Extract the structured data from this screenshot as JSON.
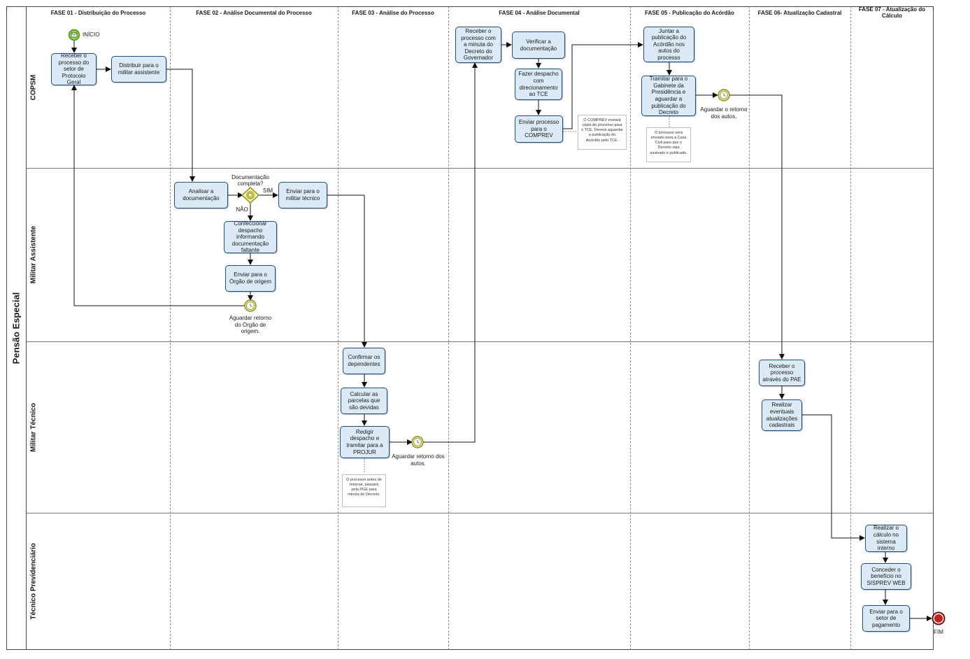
{
  "pool": {
    "title": "Pensão Especial"
  },
  "lanes": [
    {
      "id": "copsm",
      "label": "COPSM"
    },
    {
      "id": "assistente",
      "label": "Militar Assistente"
    },
    {
      "id": "tecnico",
      "label": "Militar Técnico"
    },
    {
      "id": "previdenciario",
      "label": "Técnico Previdenciário"
    }
  ],
  "phases": [
    "FASE 01 - Distribuição do Processo",
    "FASE 02 - Análise Documental do Processo",
    "FASE 03 - Análise do Processo",
    "FASE 04 - Análise Documental",
    "FASE 05 - Publicação do Acórdão",
    "FASE 06- Atualização Cadastral",
    "FASE 07 - Atualização do Cálculo"
  ],
  "tasks": {
    "receber_protocolo": "Receber o processo do setor de Protocolo Geral",
    "distribuir": "Distribuir para o militar assistente",
    "analisar": "Analisar a documentação",
    "enviar_tecnico": "Enviar para o militar técnico",
    "confeccionar": "Confeccionar despacho informando documentação faltante",
    "enviar_origem": "Enviar para o Órgão de origem",
    "confirmar": "Confirmar os dependentes",
    "calcular": "Calcular as parcelas que são devidas",
    "redigir": "Redigir despacho e tramitar para a PROJUR",
    "receber_minuta": "Receber o processo com a minuta do Decreto do Governador",
    "verificar": "Verificar a documentação",
    "fazer_despacho": "Fazer despacho com direcionamento ao TCE",
    "enviar_comprev": "Enviar processo para o COMPREV",
    "juntar": "Juntar a publicação do Acórdão nos autos do processo",
    "tramitar": "Tramitar para o Gabinete da Presidência e aguardar a publicação do Decreto",
    "receber_pae": "Receber o processo através do PAE",
    "realizar_atualizacoes": "Realizar eventuais atualizações cadastrais",
    "realizar_calculo": "Realizar o cálculo no sistema interno",
    "conceder": "Conceder o benefício no SISPREV WEB",
    "enviar_pagamento": "Enviar para o setor de pagamento"
  },
  "events": {
    "start": "INÍCIO",
    "end": "FIM",
    "timer_origem": "Aguardar retorno do Órgão de origem.",
    "timer_autos_tecnico": "Aguardar retorno dos autos.",
    "timer_autos_copsm": "Aguardar o retorno dos autos."
  },
  "gateway": {
    "question": "Documentação completa?",
    "yes": "SIM",
    "no": "NÃO"
  },
  "notes": {
    "comprev": "O COMPREV enviará cópia do processo para o TCE. Deverá aguardar a publicação do Acórdão pelo TCE.",
    "casa_civil": "O processo será enviado para a Casa Civil para que o Decreto seja assinado e publicado.",
    "pge": "O processo antes de retornar, passará pela PGE para minuta do Decreto."
  },
  "colors": {
    "task_fill": "#dce9f7",
    "task_stroke": "#1e4f80",
    "start_fill": "#8fd14f",
    "end_fill": "#c81e1e",
    "event_fill": "#f2efa0",
    "event_stroke": "#8c8a1e"
  },
  "icons": [
    "envelope-icon",
    "timer-icon",
    "gateway-icon"
  ]
}
